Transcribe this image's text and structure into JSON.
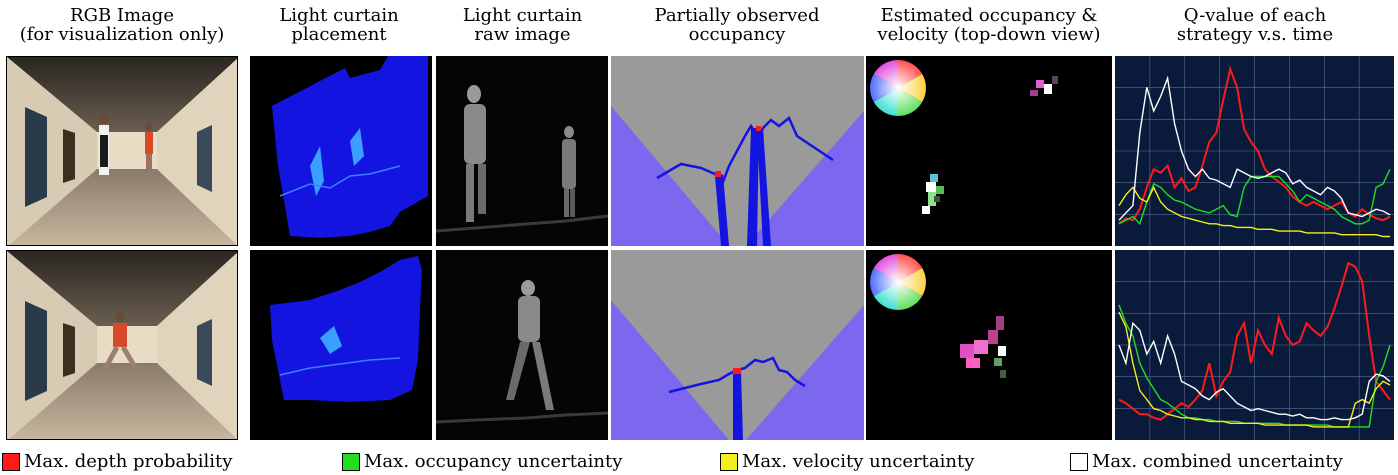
{
  "columns": [
    {
      "line1": "RGB Image",
      "line2": "(for visualization only)"
    },
    {
      "line1": "Light curtain",
      "line2": "placement"
    },
    {
      "line1": "Light curtain",
      "line2": "raw image"
    },
    {
      "line1": "Partially observed",
      "line2": "occupancy"
    },
    {
      "line1": "Estimated occupancy &",
      "line2": "velocity (top-down view)"
    },
    {
      "line1": "Q-value of each",
      "line2": "strategy v.s. time"
    }
  ],
  "legend": [
    {
      "label": "Max. depth probability",
      "color": "#ff1a1a"
    },
    {
      "label": "Max. occupancy uncertainty",
      "color": "#22dd22"
    },
    {
      "label": "Max. velocity uncertainty",
      "color": "#f2ef1a"
    },
    {
      "label": "Max. combined uncertainty",
      "color": "#ffffff"
    }
  ],
  "colors": {
    "plot_bg": "#0a1a3a",
    "grid": "#5a6e96",
    "curtain_blue": "#1414e0",
    "occupancy_gray": "#9a9a9a",
    "occupancy_side": "#7b68ee"
  },
  "chart_data": [
    {
      "type": "line",
      "x": [
        0,
        1,
        2,
        3,
        4,
        5,
        6,
        7,
        8,
        9,
        10,
        11,
        12,
        13,
        14,
        15,
        16,
        17,
        18,
        19,
        20,
        21,
        22,
        23,
        24,
        25,
        26,
        27,
        28,
        29,
        30,
        31,
        32,
        33,
        34,
        35,
        36,
        37,
        38,
        39
      ],
      "series": [
        {
          "color": "#ff1a1a",
          "values": [
            0.1,
            0.13,
            0.12,
            0.18,
            0.3,
            0.4,
            0.38,
            0.42,
            0.3,
            0.35,
            0.28,
            0.3,
            0.42,
            0.55,
            0.6,
            0.78,
            0.95,
            0.85,
            0.62,
            0.55,
            0.5,
            0.4,
            0.36,
            0.33,
            0.3,
            0.25,
            0.22,
            0.2,
            0.22,
            0.2,
            0.18,
            0.2,
            0.22,
            0.16,
            0.14,
            0.18,
            0.15,
            0.13,
            0.12,
            0.14
          ]
        },
        {
          "color": "#22dd22",
          "values": [
            0.1,
            0.12,
            0.14,
            0.1,
            0.22,
            0.32,
            0.3,
            0.26,
            0.23,
            0.22,
            0.2,
            0.18,
            0.17,
            0.16,
            0.18,
            0.2,
            0.15,
            0.14,
            0.3,
            0.36,
            0.36,
            0.36,
            0.36,
            0.36,
            0.32,
            0.28,
            0.22,
            0.26,
            0.24,
            0.22,
            0.2,
            0.18,
            0.14,
            0.12,
            0.1,
            0.1,
            0.12,
            0.3,
            0.32,
            0.4
          ]
        },
        {
          "color": "#f2ef1a",
          "values": [
            0.2,
            0.26,
            0.3,
            0.24,
            0.22,
            0.3,
            0.22,
            0.18,
            0.16,
            0.14,
            0.13,
            0.12,
            0.11,
            0.1,
            0.1,
            0.09,
            0.09,
            0.08,
            0.08,
            0.08,
            0.07,
            0.07,
            0.07,
            0.06,
            0.06,
            0.06,
            0.06,
            0.05,
            0.05,
            0.05,
            0.05,
            0.05,
            0.04,
            0.04,
            0.04,
            0.04,
            0.04,
            0.04,
            0.03,
            0.03
          ]
        },
        {
          "color": "#ffffff",
          "values": [
            0.12,
            0.16,
            0.2,
            0.6,
            0.85,
            0.72,
            0.8,
            0.9,
            0.65,
            0.5,
            0.4,
            0.36,
            0.4,
            0.35,
            0.34,
            0.32,
            0.3,
            0.4,
            0.38,
            0.36,
            0.35,
            0.36,
            0.38,
            0.4,
            0.38,
            0.32,
            0.34,
            0.3,
            0.28,
            0.26,
            0.3,
            0.28,
            0.24,
            0.16,
            0.15,
            0.14,
            0.16,
            0.18,
            0.17,
            0.15
          ]
        }
      ]
    },
    {
      "type": "line",
      "x": [
        0,
        1,
        2,
        3,
        4,
        5,
        6,
        7,
        8,
        9,
        10,
        11,
        12,
        13,
        14,
        15,
        16,
        17,
        18,
        19,
        20,
        21,
        22,
        23,
        24,
        25,
        26,
        27,
        28,
        29,
        30,
        31,
        32,
        33,
        34,
        35,
        36,
        37,
        38,
        39
      ],
      "series": [
        {
          "color": "#ff1a1a",
          "values": [
            0.2,
            0.18,
            0.15,
            0.12,
            0.12,
            0.1,
            0.09,
            0.12,
            0.15,
            0.18,
            0.16,
            0.2,
            0.25,
            0.4,
            0.22,
            0.3,
            0.35,
            0.55,
            0.62,
            0.4,
            0.58,
            0.5,
            0.45,
            0.65,
            0.55,
            0.5,
            0.52,
            0.62,
            0.58,
            0.55,
            0.6,
            0.7,
            0.82,
            0.95,
            0.93,
            0.85,
            0.55,
            0.3,
            0.25,
            0.2
          ]
        },
        {
          "color": "#22dd22",
          "values": [
            0.72,
            0.62,
            0.55,
            0.4,
            0.32,
            0.26,
            0.2,
            0.18,
            0.15,
            0.12,
            0.1,
            0.1,
            0.09,
            0.09,
            0.08,
            0.08,
            0.08,
            0.08,
            0.07,
            0.07,
            0.07,
            0.07,
            0.07,
            0.07,
            0.06,
            0.06,
            0.06,
            0.06,
            0.06,
            0.06,
            0.06,
            0.05,
            0.05,
            0.05,
            0.05,
            0.05,
            0.05,
            0.3,
            0.38,
            0.5
          ]
        },
        {
          "color": "#f2ef1a",
          "values": [
            0.68,
            0.6,
            0.4,
            0.25,
            0.2,
            0.15,
            0.14,
            0.12,
            0.11,
            0.1,
            0.1,
            0.09,
            0.09,
            0.08,
            0.08,
            0.08,
            0.07,
            0.07,
            0.07,
            0.07,
            0.07,
            0.06,
            0.06,
            0.06,
            0.06,
            0.06,
            0.06,
            0.06,
            0.05,
            0.05,
            0.05,
            0.05,
            0.05,
            0.05,
            0.18,
            0.2,
            0.18,
            0.26,
            0.3,
            0.28
          ]
        },
        {
          "color": "#ffffff",
          "values": [
            0.5,
            0.4,
            0.62,
            0.58,
            0.45,
            0.52,
            0.4,
            0.55,
            0.45,
            0.3,
            0.28,
            0.26,
            0.22,
            0.2,
            0.24,
            0.26,
            0.22,
            0.18,
            0.16,
            0.14,
            0.15,
            0.14,
            0.13,
            0.12,
            0.12,
            0.11,
            0.12,
            0.1,
            0.1,
            0.09,
            0.09,
            0.1,
            0.09,
            0.09,
            0.1,
            0.12,
            0.3,
            0.34,
            0.33,
            0.3
          ]
        }
      ]
    }
  ]
}
